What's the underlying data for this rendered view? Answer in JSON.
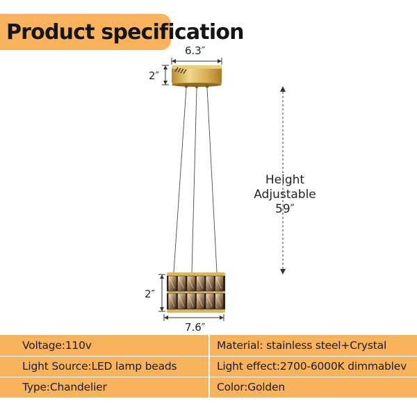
{
  "header": {
    "title": "Product specification"
  },
  "dimensions": {
    "canopy_width": "6.3″",
    "canopy_height": "2″",
    "shade_height": "2″",
    "shade_width": "7.6″",
    "height_line1": "Height",
    "height_line2": "Adjustable",
    "height_line3": "59″"
  },
  "specs": {
    "rows": [
      {
        "left": "Voltage:110v",
        "right": "Material: stainless steel+Crystal"
      },
      {
        "left": "Light Source:LED lamp beads",
        "right": "Light effect:2700-6000K dimmablev"
      },
      {
        "left": "Type:Chandelier",
        "right": "Color:Golden"
      }
    ]
  },
  "colors": {
    "accent": "#f9b35c",
    "gold": "#c9a24a",
    "crystal": "#8a6d4e"
  }
}
